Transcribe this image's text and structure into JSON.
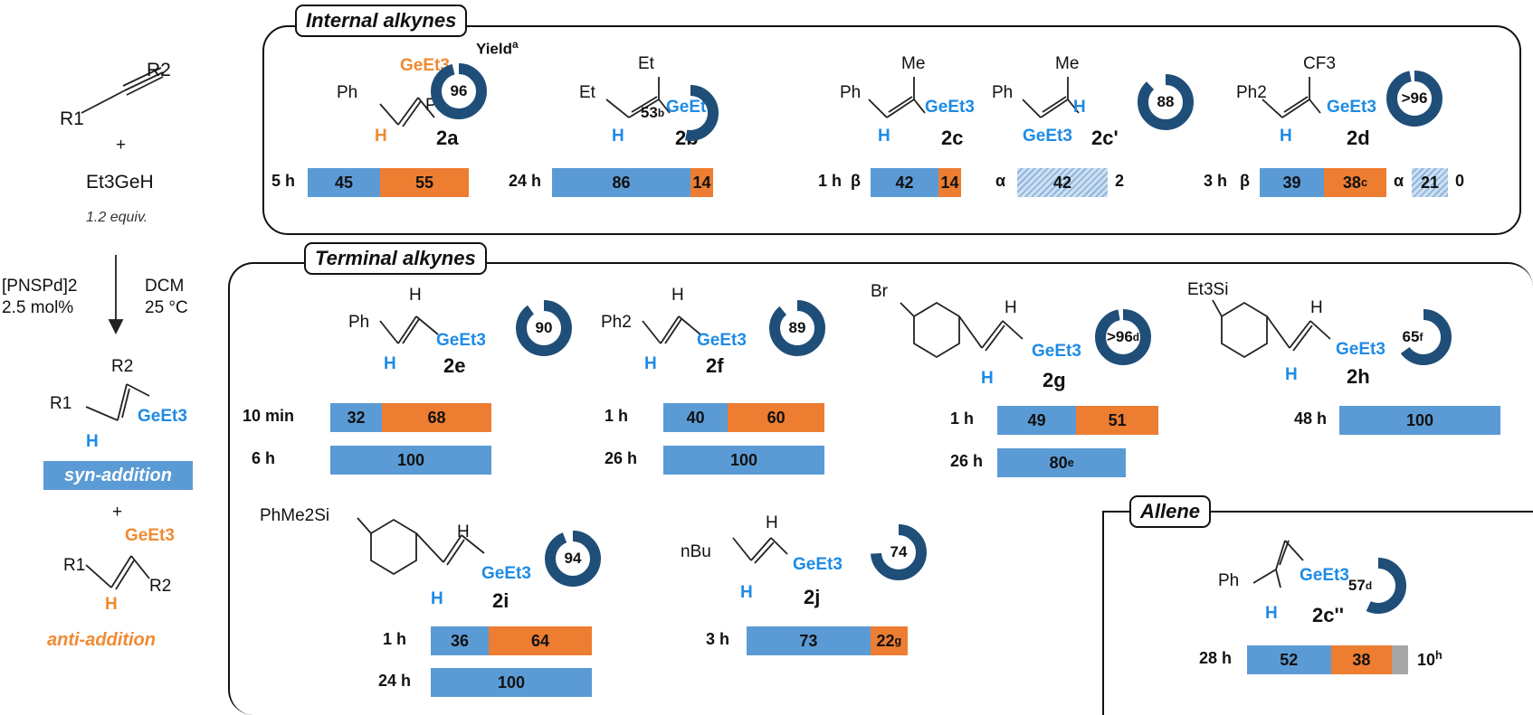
{
  "reaction": {
    "r2": "R2",
    "r1": "R1",
    "plus": "+",
    "silane": "Et3GeH",
    "equiv": "1.2 equiv.",
    "catalyst": "[PNSPd]2",
    "loading": "2.5 mol%",
    "solvent": "DCM",
    "temp": "25 °C",
    "syn_label": "syn-addition",
    "anti_label": "anti-addition",
    "plus2": "+",
    "syn_R2": "R2",
    "syn_R1": "R1",
    "syn_ge": "GeEt3",
    "syn_h": "H",
    "anti_ge": "GeEt3",
    "anti_R1": "R1",
    "anti_R2": "R2",
    "anti_h": "H"
  },
  "panels": {
    "internal": "Internal alkynes",
    "terminal": "Terminal alkynes",
    "allene": "Allene"
  },
  "yield_header": "Yield",
  "yield_header_sup": "a",
  "colors": {
    "blue": "#5b9bd5",
    "orange": "#ed7d31",
    "grey": "#a6a6a6",
    "donut": "#1f4e79"
  },
  "compounds": {
    "2a": {
      "id": "2a",
      "yield": "96",
      "yield_frac": 0.96,
      "sub1": "Ph",
      "sub2": "Ph",
      "ge": "GeEt3",
      "h": "H"
    },
    "2b": {
      "id": "2b",
      "yield": "53",
      "yield_sup": "b",
      "yield_frac": 0.53,
      "sub1": "Et",
      "sub2": "Et",
      "ge": "GeEt",
      "h": "H"
    },
    "2c": {
      "id": "2c",
      "sub1": "Ph",
      "sub2": "Me",
      "ge": "GeEt3",
      "h": "H"
    },
    "2c'": {
      "id": "2c'",
      "yield": "88",
      "yield_frac": 0.88,
      "sub1": "Ph",
      "sub2": "Me",
      "ge": "GeEt3",
      "h": "H"
    },
    "2d": {
      "id": "2d",
      "yield": ">96",
      "yield_frac": 0.97,
      "sub1": "Ph2",
      "sub2": "CF3",
      "ge": "GeEt3",
      "h": "H"
    },
    "2e": {
      "id": "2e",
      "yield": "90",
      "yield_frac": 0.9,
      "sub1": "Ph",
      "sub2": "H",
      "ge": "GeEt3",
      "h": "H"
    },
    "2f": {
      "id": "2f",
      "yield": "89",
      "yield_frac": 0.89,
      "sub1": "Ph2",
      "sub2": "H",
      "ge": "GeEt3",
      "h": "H"
    },
    "2g": {
      "id": "2g",
      "yield": ">96",
      "yield_sup": "d",
      "yield_frac": 0.97,
      "sub1": "Br",
      "sub2": "H",
      "ge": "GeEt3",
      "h": "H"
    },
    "2h": {
      "id": "2h",
      "yield": "65",
      "yield_sup": "f",
      "yield_frac": 0.65,
      "sub1": "Et3Si",
      "sub2": "H",
      "ge": "GeEt3",
      "h": "H"
    },
    "2i": {
      "id": "2i",
      "yield": "94",
      "yield_frac": 0.94,
      "sub1": "PhMe2Si",
      "sub2": "H",
      "ge": "GeEt3",
      "h": "H"
    },
    "2j": {
      "id": "2j",
      "yield": "74",
      "yield_frac": 0.74,
      "sub1": "nBu",
      "sub2": "H",
      "ge": "GeEt3",
      "h": "H"
    },
    "2c''": {
      "id": "2c''",
      "yield": "57",
      "yield_sup": "d",
      "yield_frac": 0.57,
      "sub1": "Ph",
      "ge": "GeEt3",
      "h": "H"
    }
  },
  "chart_data": {
    "type": "bar",
    "orientation": "horizontal-stacked",
    "series_colors": {
      "syn": "#5b9bd5",
      "anti": "#ed7d31",
      "other": "#a6a6a6"
    },
    "bars": [
      {
        "compound": "2a",
        "time": "5 h",
        "segments": [
          {
            "series": "syn",
            "value": 45,
            "label": "45"
          },
          {
            "series": "anti",
            "value": 55,
            "label": "55"
          }
        ]
      },
      {
        "compound": "2b",
        "time": "24 h",
        "segments": [
          {
            "series": "syn",
            "value": 86,
            "label": "86"
          },
          {
            "series": "anti",
            "value": 14,
            "label": "14"
          }
        ]
      },
      {
        "compound": "2c/2c'",
        "time": "1 h",
        "prefix": "β",
        "segments": [
          {
            "series": "syn",
            "value": 42,
            "label": "42"
          },
          {
            "series": "anti",
            "value": 14,
            "label": "14"
          }
        ]
      },
      {
        "compound": "2c/2c'",
        "prefix": "α",
        "segments": [
          {
            "series": "syn-hatched",
            "value": 42,
            "label": "42"
          },
          {
            "series": "anti",
            "value": 2,
            "label": "2"
          }
        ]
      },
      {
        "compound": "2d",
        "time": "3 h",
        "prefix": "β",
        "segments": [
          {
            "series": "syn",
            "value": 39,
            "label": "39"
          },
          {
            "series": "anti",
            "value": 38,
            "label": "38",
            "sup": "c"
          }
        ]
      },
      {
        "compound": "2d",
        "prefix": "α",
        "segments": [
          {
            "series": "syn-hatched",
            "value": 21,
            "label": "21"
          },
          {
            "series": "anti",
            "value": 0,
            "label": "0"
          }
        ]
      },
      {
        "compound": "2e",
        "time": "10 min",
        "segments": [
          {
            "series": "syn",
            "value": 32,
            "label": "32"
          },
          {
            "series": "anti",
            "value": 68,
            "label": "68"
          }
        ]
      },
      {
        "compound": "2e",
        "time": "6 h",
        "segments": [
          {
            "series": "syn",
            "value": 100,
            "label": "100"
          }
        ]
      },
      {
        "compound": "2f",
        "time": "1 h",
        "segments": [
          {
            "series": "syn",
            "value": 40,
            "label": "40"
          },
          {
            "series": "anti",
            "value": 60,
            "label": "60"
          }
        ]
      },
      {
        "compound": "2f",
        "time": "26 h",
        "segments": [
          {
            "series": "syn",
            "value": 100,
            "label": "100"
          }
        ]
      },
      {
        "compound": "2g",
        "time": "1 h",
        "segments": [
          {
            "series": "syn",
            "value": 49,
            "label": "49"
          },
          {
            "series": "anti",
            "value": 51,
            "label": "51"
          }
        ]
      },
      {
        "compound": "2g",
        "time": "26 h",
        "segments": [
          {
            "series": "syn",
            "value": 80,
            "label": "80",
            "sup": "e"
          }
        ]
      },
      {
        "compound": "2h",
        "time": "48 h",
        "segments": [
          {
            "series": "syn",
            "value": 100,
            "label": "100"
          }
        ]
      },
      {
        "compound": "2i",
        "time": "1 h",
        "segments": [
          {
            "series": "syn",
            "value": 36,
            "label": "36"
          },
          {
            "series": "anti",
            "value": 64,
            "label": "64"
          }
        ]
      },
      {
        "compound": "2i",
        "time": "24 h",
        "segments": [
          {
            "series": "syn",
            "value": 100,
            "label": "100"
          }
        ]
      },
      {
        "compound": "2j",
        "time": "3 h",
        "segments": [
          {
            "series": "syn",
            "value": 73,
            "label": "73"
          },
          {
            "series": "anti",
            "value": 22,
            "label": "22",
            "sup": "g"
          }
        ]
      },
      {
        "compound": "2c''",
        "time": "28 h",
        "segments": [
          {
            "series": "syn",
            "value": 52,
            "label": "52"
          },
          {
            "series": "anti",
            "value": 38,
            "label": "38"
          },
          {
            "series": "other",
            "value": 10,
            "label": "10",
            "sup": "h"
          }
        ]
      }
    ]
  }
}
